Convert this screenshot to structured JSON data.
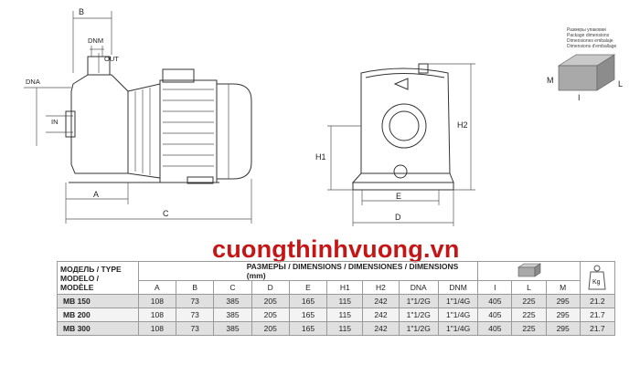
{
  "labels": {
    "b": "B",
    "dnm": "DNM",
    "out": "OUT",
    "dna": "DNA",
    "in": "IN",
    "a": "A",
    "c": "C",
    "h1": "H1",
    "h2": "H2",
    "e": "E",
    "d": "D",
    "m": "M",
    "i": "I",
    "l": "L"
  },
  "package_caption": [
    "Размеры упаковки",
    "Package dimensions",
    "Dimensiones embalaje",
    "Dimensions d'emballage"
  ],
  "watermark": "cuongthinhvuong.vn",
  "table": {
    "model_header": [
      "МОДЕЛЬ / TYPE",
      "МODELO /",
      "MODÈLE"
    ],
    "dims_header": "РАЗМЕРЫ / DIMENSIONS / DIMENSIONES / DIMENSIONS (mm)",
    "columns": [
      "A",
      "B",
      "C",
      "D",
      "E",
      "H1",
      "H2",
      "DNA",
      "DNM",
      "I",
      "L",
      "M"
    ],
    "weight_unit": "Kg",
    "rows": [
      {
        "model": "MB 150",
        "values": [
          "108",
          "73",
          "385",
          "205",
          "165",
          "115",
          "242",
          "1\"1/2G",
          "1\"1/4G",
          "405",
          "225",
          "295",
          "21.2"
        ]
      },
      {
        "model": "MB 200",
        "values": [
          "108",
          "73",
          "385",
          "205",
          "165",
          "115",
          "242",
          "1\"1/2G",
          "1\"1/4G",
          "405",
          "225",
          "295",
          "21.7"
        ]
      },
      {
        "model": "MB 300",
        "values": [
          "108",
          "73",
          "385",
          "205",
          "165",
          "115",
          "242",
          "1\"1/2G",
          "1\"1/4G",
          "405",
          "225",
          "295",
          "21.7"
        ]
      }
    ]
  }
}
